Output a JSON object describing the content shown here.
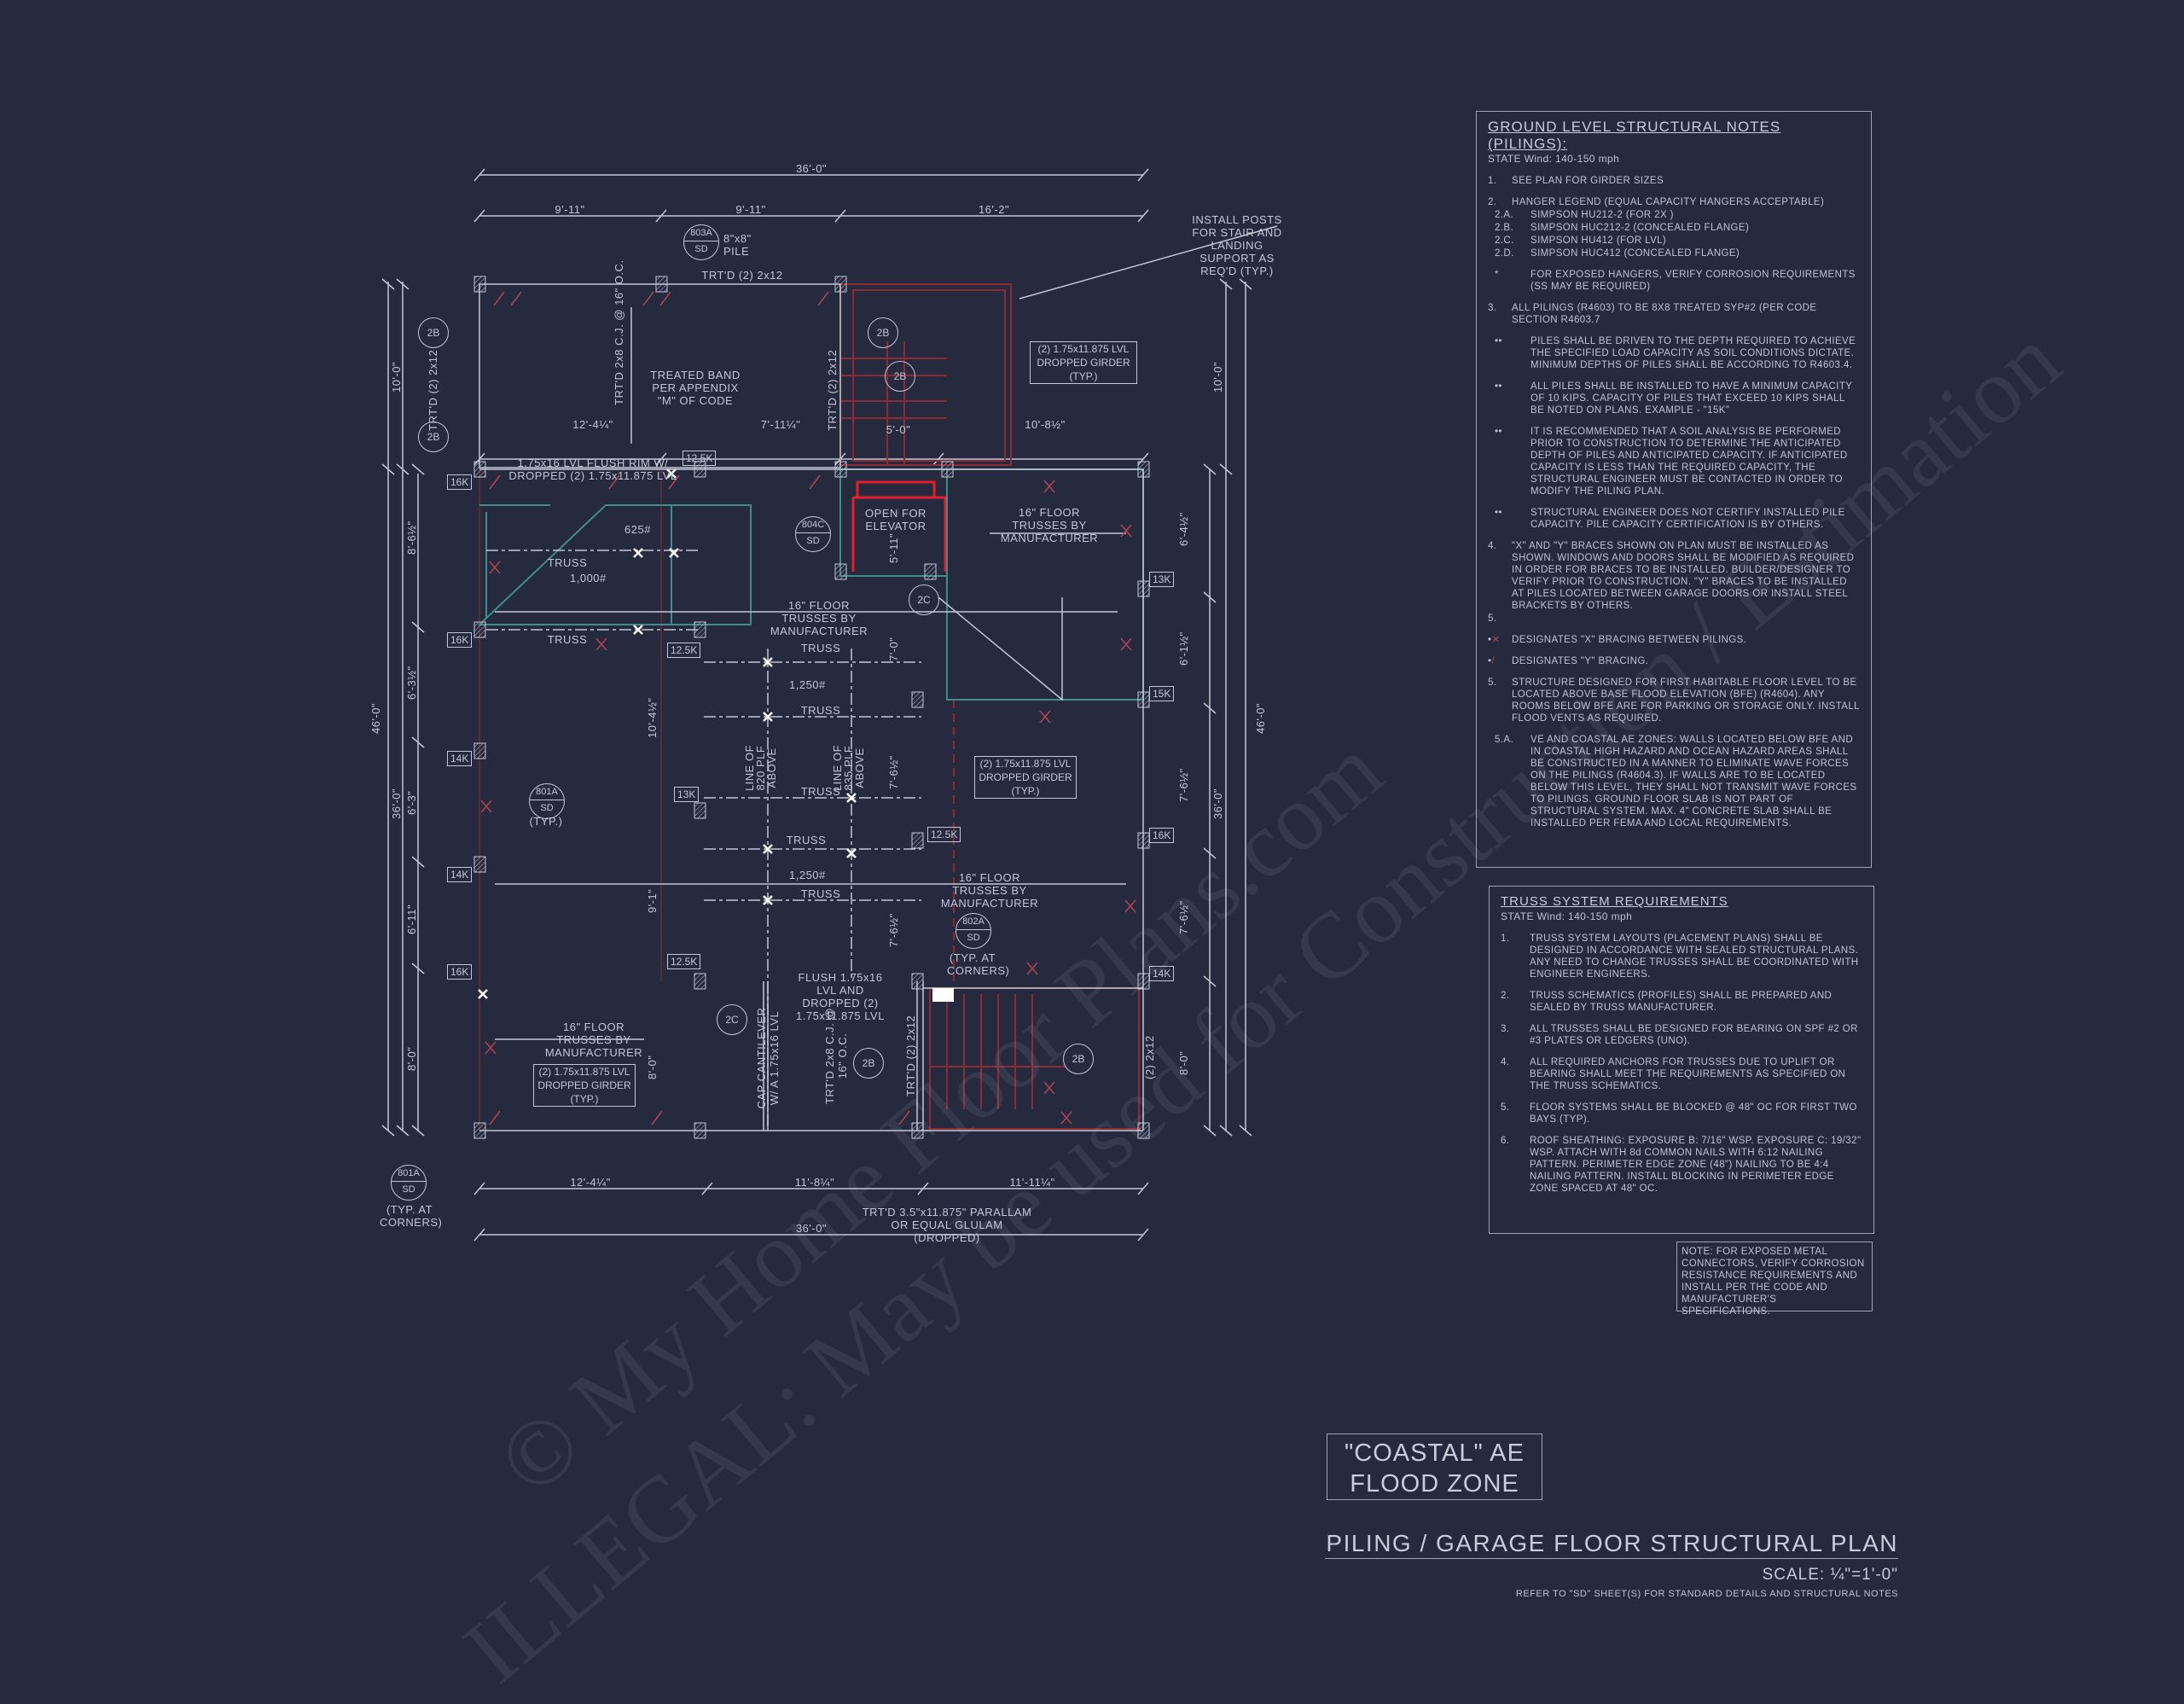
{
  "plan": {
    "dims": {
      "overall_top": "36'-0\"",
      "top_seg1": "9'-11\"",
      "top_seg2": "9'-11\"",
      "top_seg3": "16'-2\"",
      "overall_bottom": "36'-0\"",
      "bot_seg1": "12'-4¼\"",
      "bot_seg2": "11'-8¼\"",
      "bot_seg3": "11'-11¼\"",
      "left_overall": "46'-0\"",
      "left_36": "36'-0\"",
      "left_10": "10'-0\"",
      "left_8_6": "8'-6½\"",
      "left_6_3a": "6'-3½\"",
      "left_6_3": "6'-3\"",
      "left_6_11": "6'-11\"",
      "left_8_0": "8'-0\"",
      "right_overall": "46'-0\"",
      "right_36": "36'-0\"",
      "right_10": "10'-0\"",
      "right_6_4": "6'-4½\"",
      "right_6_1": "6'-1½\"",
      "right_7_6": "7'-6½\"",
      "right_7_6b": "7'-6½\"",
      "right_8_0": "8'-0\"",
      "inner_12_4": "12'-4¼\"",
      "inner_7_11": "7'-11¼\"",
      "inner_5_0": "5'-0\"",
      "inner_10_8": "10'-8½\"",
      "inner_5_11": "5'-11\"",
      "inner_7_0": "7'-0\"",
      "inner_10_4": "10'-4½\"",
      "inner_9_1": "9'-1\"",
      "inner_8_0": "8'-0\"",
      "inner_7_6": "7'-6½\"",
      "inner_7_6c": "7'-6½\""
    },
    "labels": {
      "pile_note": "8\"x8\" PILE",
      "trtd_top": "TRT'D (2) 2x12",
      "trtd_left": "TRT'D (2) 2x12",
      "trtd_mid": "TRT'D (2) 2x12",
      "trtd_cj": "TRT'D 2x8 C.J. @ 16\" O.C.",
      "treated_band": "TREATED BAND PER APPENDIX \"M\" OF CODE",
      "install_posts": "INSTALL POSTS FOR STAIR AND LANDING SUPPORT AS REQ'D (TYP.)",
      "girder_top": "(2) 1.75x11.875 LVL DROPPED GIRDER (TYP.)",
      "flush_rim": "1.75x16 LVL FLUSH RIM W/ DROPPED (2) 1.75x11.875 LVL",
      "open_elevator": "OPEN FOR ELEVATOR",
      "trusses_right": "16\" FLOOR TRUSSES BY MANUFACTURER",
      "trusses_mid": "16\" FLOOR TRUSSES BY MANUFACTURER",
      "trusses_lower": "16\" FLOOR TRUSSES BY MANUFACTURER",
      "trusses_bl": "16\" FLOOR TRUSSES BY MANUFACTURER",
      "truss": "TRUSS",
      "load_625": "625#",
      "load_1000": "1,000#",
      "load_1250a": "1,250#",
      "load_1250b": "1,250#",
      "line_820": "LINE OF 820 PLF ABOVE",
      "line_835": "LINE OF 835 PLF ABOVE",
      "girder_mid": "(2) 1.75x11.875 LVL DROPPED GIRDER (TYP.)",
      "girder_bl": "(2) 1.75x11.875 LVL DROPPED GIRDER (TYP.)",
      "flush_lvl": "FLUSH 1.75x16 LVL AND DROPPED (2) 1.75x11.875 LVL",
      "cap_cantilever": "CAP CANTILEVER W/ A 1.75x16 LVL",
      "trtd_cj2": "TRT'D 2x8 C.J. @ 16\" O.C.",
      "trtd_2x12_b": "TRT'D (2) 2x12",
      "trtd_2x12_c": "(2) 2x12",
      "parallam": "TRT'D 3.5\"x11.875\" PARALLAM OR EQUAL GLULAM (DROPPED)",
      "typ": "(TYP.)",
      "typ_corners": "(TYP. AT CORNERS)",
      "typ_corners2": "(TYP. AT CORNERS)"
    },
    "callouts": {
      "c2B": "2B",
      "c2C": "2C"
    },
    "details": {
      "d803A": {
        "num": "803A",
        "sheet": "SD"
      },
      "d804C": {
        "num": "804C",
        "sheet": "SD"
      },
      "d801A": {
        "num": "801A",
        "sheet": "SD"
      },
      "d802A": {
        "num": "802A",
        "sheet": "SD"
      },
      "d801A_b": {
        "num": "801A",
        "sheet": "SD"
      }
    },
    "capacities": {
      "k16": "16K",
      "k125": "12.5K",
      "k13": "13K",
      "k15": "15K",
      "k14": "14K"
    }
  },
  "notes": {
    "title": "GROUND LEVEL STRUCTURAL NOTES (PILINGS):",
    "subtitle": "STATE Wind: 140-150 mph",
    "n1": {
      "num": "1.",
      "text": "SEE PLAN FOR GIRDER SIZES"
    },
    "n2": {
      "num": "2.",
      "text": "HANGER LEGEND (EQUAL CAPACITY HANGERS ACCEPTABLE)"
    },
    "n2a": {
      "num": "2.A.",
      "text": "SIMPSON HU212-2 (FOR 2X )"
    },
    "n2b": {
      "num": "2.B.",
      "text": "SIMPSON HUC212-2 (CONCEALED FLANGE)"
    },
    "n2c": {
      "num": "2.C.",
      "text": "SIMPSON HU412 (FOR LVL)"
    },
    "n2d": {
      "num": "2.D.",
      "text": "SIMPSON HUC412 (CONCEALED FLANGE)"
    },
    "nstar": {
      "num": "*",
      "text": "FOR EXPOSED HANGERS, VERIFY CORROSION REQUIREMENTS (SS MAY BE REQUIRED)"
    },
    "n3": {
      "num": "3.",
      "text": "ALL PILINGS (R4603) TO BE 8X8 TREATED SYP#2 (PER CODE SECTION R4603.7"
    },
    "b1": {
      "num": "••",
      "text": "PILES SHALL BE DRIVEN TO THE DEPTH REQUIRED TO ACHIEVE THE SPECIFIED LOAD CAPACITY AS SOIL CONDITIONS DICTATE. MINIMUM DEPTHS OF PILES SHALL BE ACCORDING TO R4603.4."
    },
    "b2": {
      "num": "••",
      "text": "ALL PILES SHALL BE INSTALLED TO HAVE A MINIMUM CAPACITY OF 10 KIPS. CAPACITY OF PILES THAT EXCEED 10 KIPS SHALL BE NOTED ON PLANS. EXAMPLE - \"15K\""
    },
    "b3": {
      "num": "••",
      "text": "IT IS RECOMMENDED THAT A SOIL ANALYSIS BE PERFORMED PRIOR TO CONSTRUCTION TO DETERMINE THE ANTICIPATED DEPTH OF PILES AND ANTICIPATED CAPACITY. IF ANTICIPATED CAPACITY IS LESS THAN THE REQUIRED CAPACITY, THE STRUCTURAL ENGINEER MUST BE CONTACTED IN ORDER TO MODIFY THE PILING PLAN."
    },
    "b4": {
      "num": "••",
      "text": "STRUCTURAL ENGINEER DOES NOT CERTIFY INSTALLED PILE CAPACITY. PILE CAPACITY CERTIFICATION IS BY OTHERS."
    },
    "n4": {
      "num": "4.",
      "text": "\"X\" AND \"Y\" BRACES SHOWN ON PLAN MUST BE INSTALLED AS SHOWN. WINDOWS AND DOORS SHALL BE MODIFIED AS REQUIRED IN ORDER FOR BRACES TO BE INSTALLED. BUILDER/DESIGNER TO VERIFY PRIOR TO CONSTRUCTION. \"Y\" BRACES TO BE INSTALLED AT PILES LOCATED BETWEEN GARAGE DOORS OR INSTALL STEEL BRACKETS BY OTHERS."
    },
    "n5_empty": {
      "num": "5."
    },
    "leg_x": "DESIGNATES \"X\" BRACING BETWEEN PILINGS.",
    "leg_y": "DESIGNATES \"Y\" BRACING.",
    "n5": {
      "num": "5.",
      "text": "STRUCTURE DESIGNED FOR FIRST HABITABLE FLOOR LEVEL TO BE LOCATED ABOVE BASE FLOOD ELEVATION (BFE) (R4604). ANY ROOMS BELOW BFE ARE FOR PARKING OR STORAGE ONLY. INSTALL FLOOD VENTS AS REQUIRED."
    },
    "n5a": {
      "num": "5.A.",
      "text": "VE AND COASTAL AE ZONES: WALLS LOCATED BELOW BFE AND IN COASTAL HIGH HAZARD AND OCEAN HAZARD AREAS SHALL BE CONSTRUCTED IN A MANNER TO ELIMINATE WAVE FORCES ON THE PILINGS (R4604.3). IF WALLS ARE TO BE LOCATED BELOW THIS LEVEL, THEY SHALL NOT TRANSMIT WAVE FORCES TO PILINGS. GROUND FLOOR SLAB IS NOT PART OF STRUCTURAL SYSTEM. MAX. 4\" CONCRETE SLAB SHALL BE INSTALLED PER FEMA AND LOCAL REQUIREMENTS."
    }
  },
  "truss": {
    "title": "TRUSS SYSTEM REQUIREMENTS",
    "subtitle": "STATE Wind: 140-150 mph",
    "t1": {
      "num": "1.",
      "text": "TRUSS SYSTEM LAYOUTS (PLACEMENT PLANS) SHALL BE DESIGNED IN ACCORDANCE WITH SEALED STRUCTURAL PLANS. ANY NEED TO CHANGE TRUSSES SHALL BE COORDINATED WITH ENGINEER ENGINEERS."
    },
    "t2": {
      "num": "2.",
      "text": "TRUSS SCHEMATICS (PROFILES) SHALL BE PREPARED AND SEALED BY TRUSS MANUFACTURER."
    },
    "t3": {
      "num": "3.",
      "text": "ALL TRUSSES SHALL BE DESIGNED FOR BEARING ON SPF #2 OR #3 PLATES OR LEDGERS (UNO)."
    },
    "t4": {
      "num": "4.",
      "text": "ALL REQUIRED ANCHORS FOR TRUSSES DUE TO UPLIFT OR BEARING SHALL MEET THE REQUIREMENTS AS SPECIFIED ON THE TRUSS SCHEMATICS."
    },
    "t5": {
      "num": "5.",
      "text": "FLOOR SYSTEMS SHALL BE BLOCKED @ 48\" OC FOR FIRST TWO BAYS (TYP)."
    },
    "t6": {
      "num": "6.",
      "text": "ROOF SHEATHING: EXPOSURE B: 7/16\" WSP. EXPOSURE C: 19/32\" WSP. ATTACH WITH 8d COMMON NAILS WITH 6:12 NAILING PATTERN. PERIMETER EDGE ZONE (48\") NAILING TO BE 4:4 NAILING PATTERN. INSTALL BLOCKING IN PERIMETER EDGE ZONE SPACED AT 48\" OC."
    }
  },
  "connector_note": "NOTE: FOR EXPOSED METAL CONNECTORS, VERIFY CORROSION RESISTANCE REQUIREMENTS AND INSTALL PER THE CODE AND MANUFACTURER'S SPECIFICATIONS.",
  "flood_zone": {
    "line1": "\"COASTAL\" AE",
    "line2": "FLOOD ZONE"
  },
  "title_block": {
    "title": "PILING / GARAGE FLOOR STRUCTURAL PLAN",
    "scale": "SCALE: ¼\"=1'-0\"",
    "refer": "REFER TO \"SD\" SHEET(S) FOR STANDARD DETAILS AND STRUCTURAL NOTES"
  },
  "watermark": {
    "line1": "© My Home Floor Plans.com",
    "line2": "ILLEGAL: May be used for Construction / Estimation"
  },
  "colors": {
    "background": "#262a3f",
    "linework": "#c3c7d4",
    "red": "#8c2a35",
    "bright_red": "#e0202a",
    "teal": "#3f8c8f"
  }
}
